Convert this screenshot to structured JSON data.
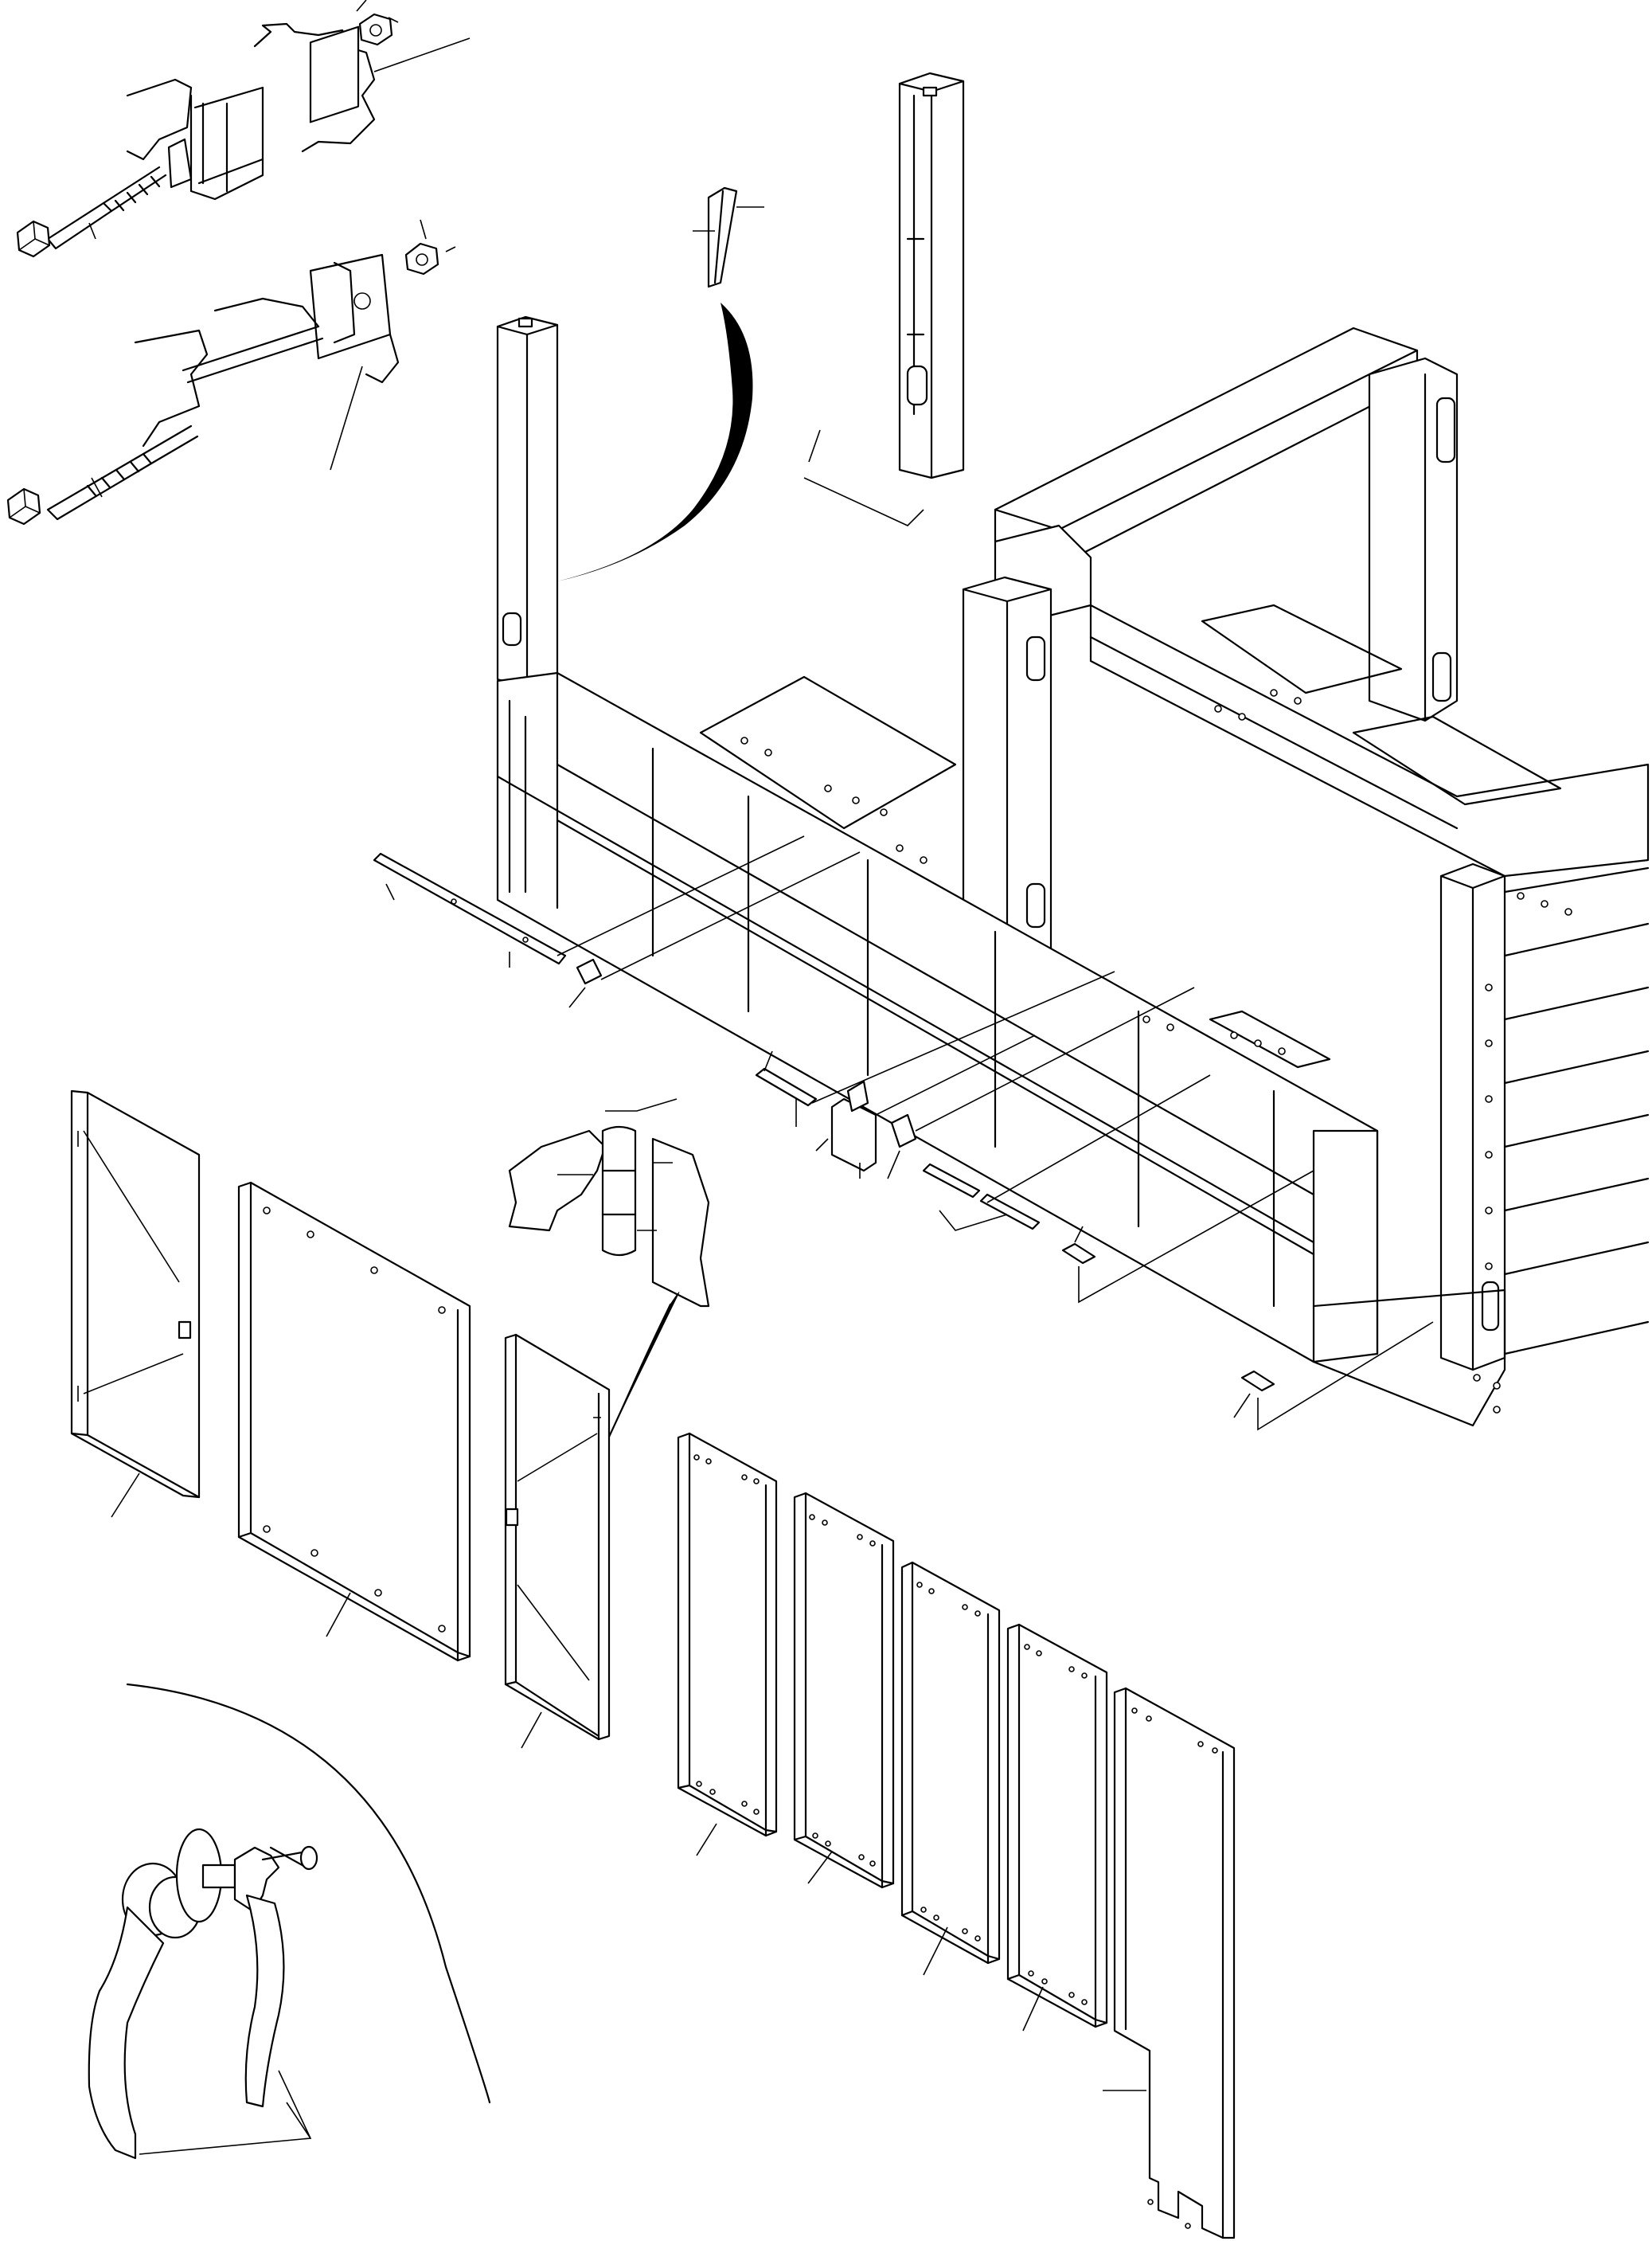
{
  "document": {
    "kind": "exploded parts illustration",
    "printed_text": [],
    "ink_color": "#000000",
    "paper_color": "#ffffff"
  },
  "components": [
    {
      "name": "bolt-and-nut-bracket-assembly",
      "count": 2
    },
    {
      "name": "cab-frame-main-structure",
      "count": 1
    },
    {
      "name": "angle-trim-strip",
      "count": 2
    },
    {
      "name": "spacer-plates",
      "count": 9
    },
    {
      "name": "small-side-door-panel",
      "count": 2
    },
    {
      "name": "large-rear-cover-panel",
      "count": 1
    },
    {
      "name": "door-hinge-detail",
      "count": 1
    },
    {
      "name": "narrow-cover-panels",
      "count": 4
    },
    {
      "name": "tall-notched-cover-panel",
      "count": 1
    },
    {
      "name": "door-lever-handle-detail",
      "count": 1
    }
  ]
}
